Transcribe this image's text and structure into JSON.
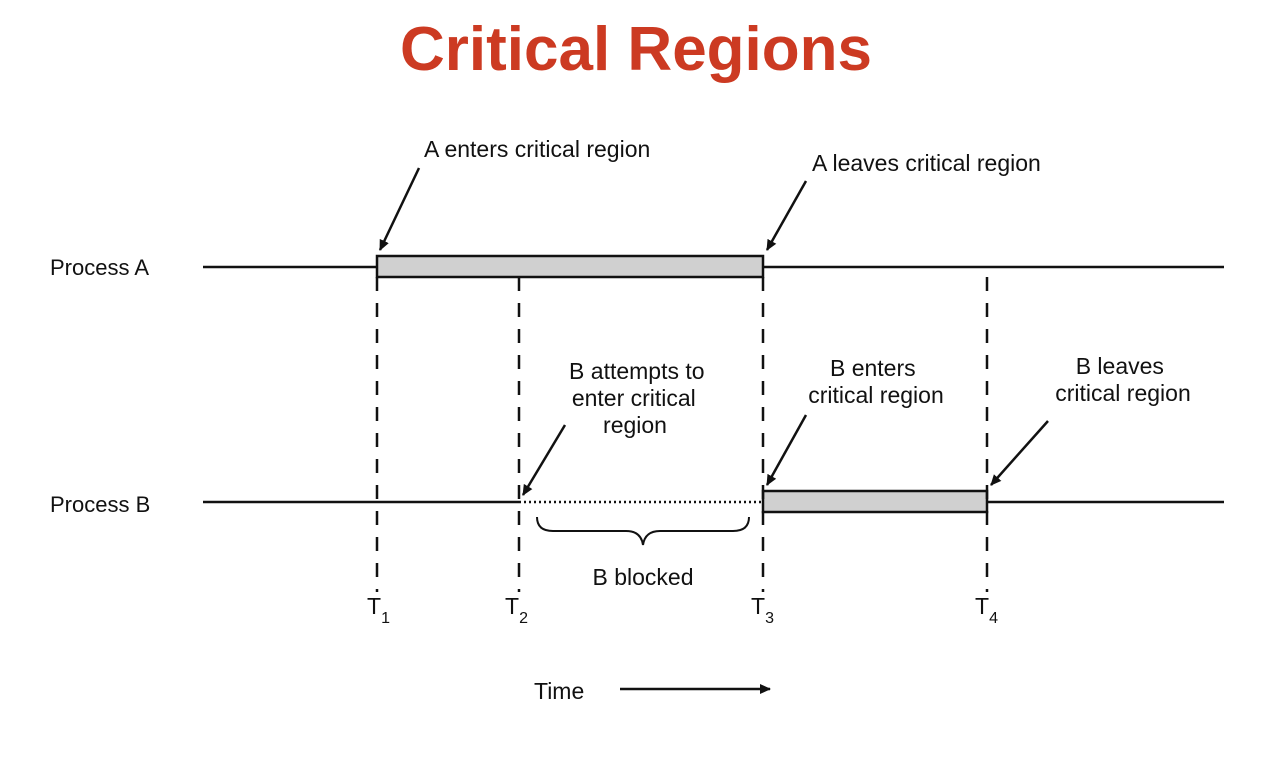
{
  "title": "Critical Regions",
  "colors": {
    "title": "#cc3a22",
    "bar_fill": "#d0d0d0",
    "line": "#111111"
  },
  "processes": {
    "a": "Process A",
    "b": "Process B"
  },
  "annotations": {
    "a_enters": "A enters critical region",
    "a_leaves": "A leaves critical region",
    "b_attempts": [
      "B attempts to",
      "enter critical",
      "region"
    ],
    "b_enters": [
      "B enters",
      "critical region"
    ],
    "b_leaves": [
      "B leaves",
      "critical region"
    ],
    "b_blocked": "B blocked"
  },
  "time_marks": [
    {
      "main": "T",
      "sub": "1"
    },
    {
      "main": "T",
      "sub": "2"
    },
    {
      "main": "T",
      "sub": "3"
    },
    {
      "main": "T",
      "sub": "4"
    }
  ],
  "time_label": "Time"
}
